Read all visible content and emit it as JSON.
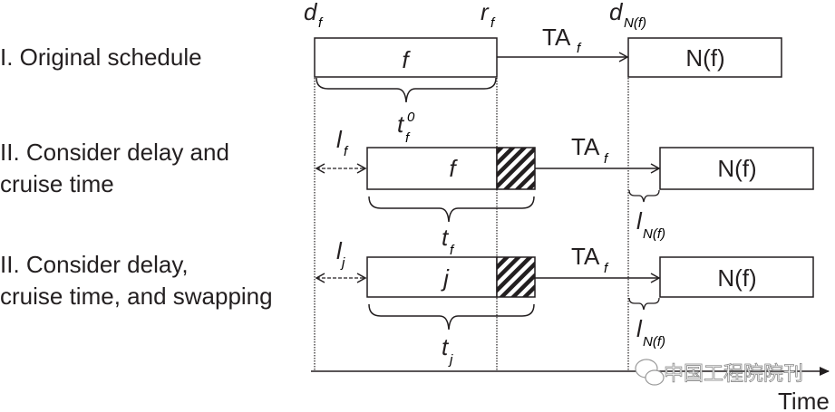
{
  "rows": [
    {
      "label_line1": "I. Original schedule",
      "label_line2": ""
    },
    {
      "label_line1": "II. Consider delay and",
      "label_line2": "cruise time"
    },
    {
      "label_line1": "II. Consider delay,",
      "label_line2": "cruise time, and swapping"
    }
  ],
  "top_marks": {
    "d_main": "d",
    "d_sub": "f",
    "r_main": "r",
    "r_sub": "f",
    "dn_main": "d",
    "dn_sub": "N(f)"
  },
  "row1": {
    "flight_label": "f",
    "next_label": "N(f)",
    "ta_main": "TA",
    "ta_sub": "f",
    "brace_main": "t",
    "brace_sub": "f",
    "brace_sup": "0"
  },
  "row2": {
    "delay_main": "l",
    "delay_sub": "f",
    "flight_label": "f",
    "next_label": "N(f)",
    "ta_main": "TA",
    "ta_sub": "f",
    "brace_main": "t",
    "brace_sub": "f",
    "next_delay_main": "l",
    "next_delay_sub": "N(f)"
  },
  "row3": {
    "delay_main": "l",
    "delay_sub": "j",
    "flight_label": "j",
    "next_label": "N(f)",
    "ta_main": "TA",
    "ta_sub": "f",
    "brace_main": "t",
    "brace_sub": "j",
    "next_delay_main": "l",
    "next_delay_sub": "N(f)"
  },
  "axis": {
    "label": "Time"
  },
  "watermark": {
    "text": "中国工程院院刊"
  }
}
